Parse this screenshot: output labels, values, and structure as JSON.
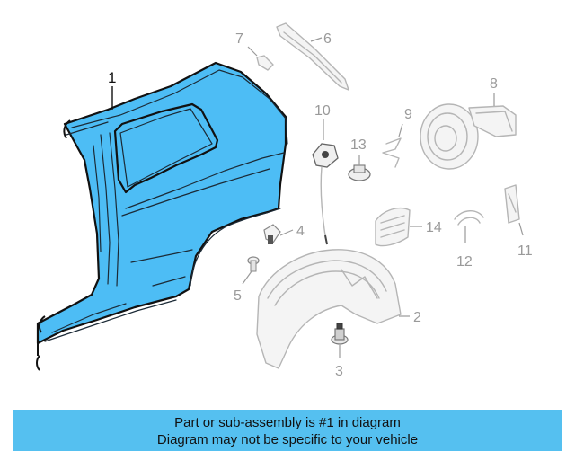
{
  "diagram": {
    "callouts": {
      "c1": "1",
      "c2": "2",
      "c3": "3",
      "c4": "4",
      "c5": "5",
      "c6": "6",
      "c7": "7",
      "c8": "8",
      "c9": "9",
      "c10": "10",
      "c11": "11",
      "c12": "12",
      "c13": "13",
      "c14": "14"
    },
    "highlight_color": "#4dbdf5"
  },
  "caption": {
    "line1": "Part or sub-assembly is #1 in diagram",
    "line2": "Diagram may not be specific to your vehicle",
    "background": "#55c0f0"
  }
}
